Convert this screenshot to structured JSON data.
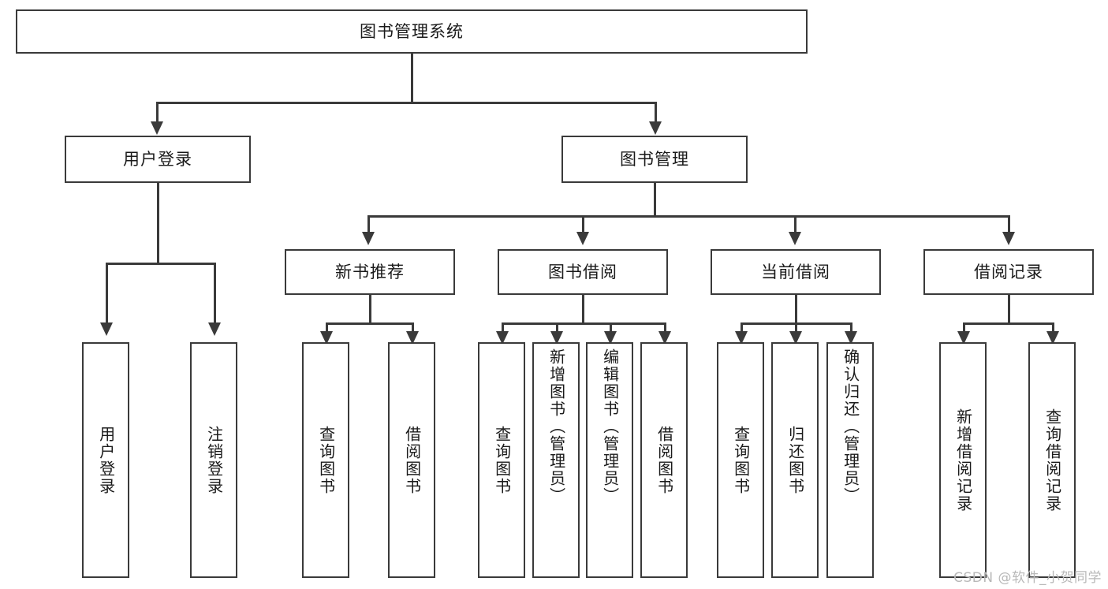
{
  "diagram": {
    "title": "图书管理系统",
    "type": "tree",
    "watermark": "CSDN @软件_小贺同学",
    "colors": {
      "stroke": "#3a3a3a",
      "fill": "#ffffff",
      "text": "#1a1a1a",
      "watermark": "#b8b8b8"
    },
    "root": {
      "label": "图书管理系统"
    },
    "level2": [
      {
        "label": "用户登录"
      },
      {
        "label": "图书管理"
      }
    ],
    "level3": [
      {
        "label": "新书推荐"
      },
      {
        "label": "图书借阅"
      },
      {
        "label": "当前借阅"
      },
      {
        "label": "借阅记录"
      }
    ],
    "leaves": {
      "user_login": [
        {
          "label": "用户登录"
        },
        {
          "label": "注销登录"
        }
      ],
      "new_book": [
        {
          "label": "查询图书"
        },
        {
          "label": "借阅图书"
        }
      ],
      "book_borrow": [
        {
          "label": "查询图书"
        },
        {
          "label": "新增图书（管理员）"
        },
        {
          "label": "编辑图书（管理员）"
        },
        {
          "label": "借阅图书"
        }
      ],
      "current_borrow": [
        {
          "label": "查询图书"
        },
        {
          "label": "归还图书"
        },
        {
          "label": "确认归还（管理员）"
        }
      ],
      "borrow_record": [
        {
          "label": "新增借阅记录"
        },
        {
          "label": "查询借阅记录"
        }
      ]
    }
  }
}
